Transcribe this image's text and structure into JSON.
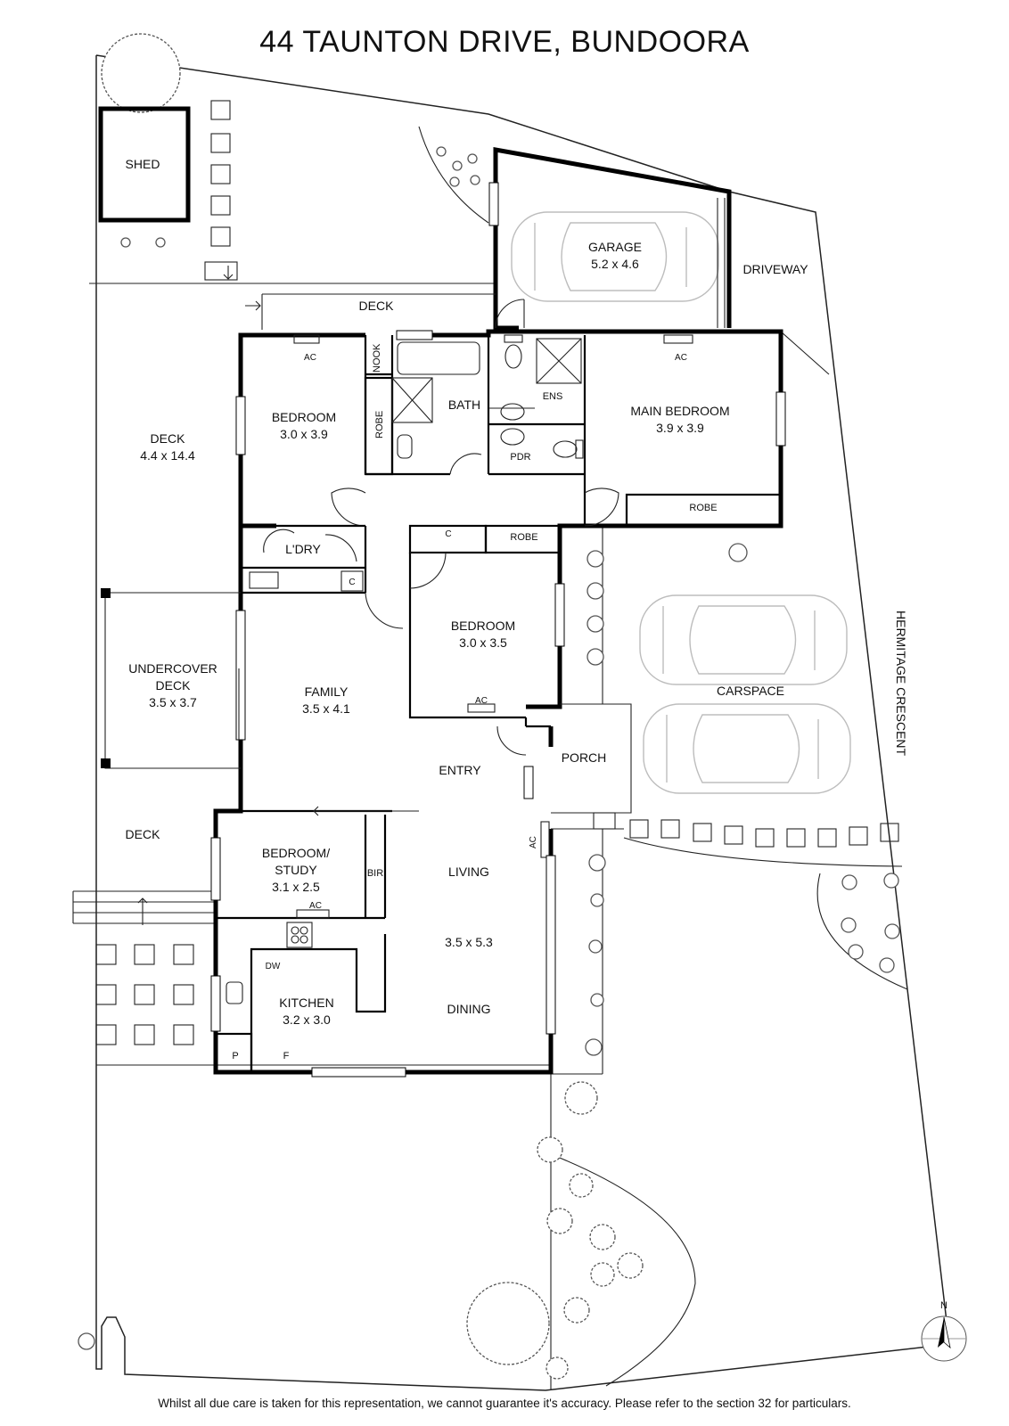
{
  "header": {
    "title": "44 TAUNTON DRIVE, BUNDOORA"
  },
  "rooms": {
    "shed": "SHED",
    "garage": {
      "name": "GARAGE",
      "size": "5.2 x 4.6"
    },
    "driveway": "DRIVEWAY",
    "deck_top": "DECK",
    "deck_side": {
      "name": "DECK",
      "size": "4.4 x 14.4"
    },
    "bedroom_1": {
      "name": "BEDROOM",
      "size": "3.0 x 3.9"
    },
    "nook": "NOOK",
    "robe_1": "ROBE",
    "bath": "BATH",
    "ens": "ENS",
    "pdr": "PDR",
    "main_bedroom": {
      "name": "MAIN BEDROOM",
      "size": "3.9 x 3.9"
    },
    "robe_main": "ROBE",
    "ldry": "L'DRY",
    "c_1": "C",
    "c_2": "C",
    "robe_2": "ROBE",
    "undercover_deck": {
      "line1": "UNDERCOVER",
      "line2": "DECK",
      "size": "3.5 x 3.7"
    },
    "family": {
      "name": "FAMILY",
      "size": "3.5 x 4.1"
    },
    "bedroom_2": {
      "name": "BEDROOM",
      "size": "3.0 x 3.5"
    },
    "carspace": "CARSPACE",
    "street": "HERMITAGE CRESCENT",
    "entry": "ENTRY",
    "porch": "PORCH",
    "deck_lower": "DECK",
    "study": {
      "line1": "BEDROOM/",
      "line2": "STUDY",
      "size": "3.1 x 2.5"
    },
    "bir": "BIR",
    "living": "LIVING",
    "living_size": "3.5 x 5.3",
    "kitchen": {
      "name": "KITCHEN",
      "size": "3.2 x 3.0"
    },
    "dw": "DW",
    "dining": "DINING",
    "pantry": "P",
    "fridge": "F",
    "ac": "AC",
    "north": "N"
  },
  "footer": {
    "disclaimer": "Whilst all due care is taken for this representation, we cannot guarantee it's accuracy. Please refer to the section 32 for particulars."
  }
}
